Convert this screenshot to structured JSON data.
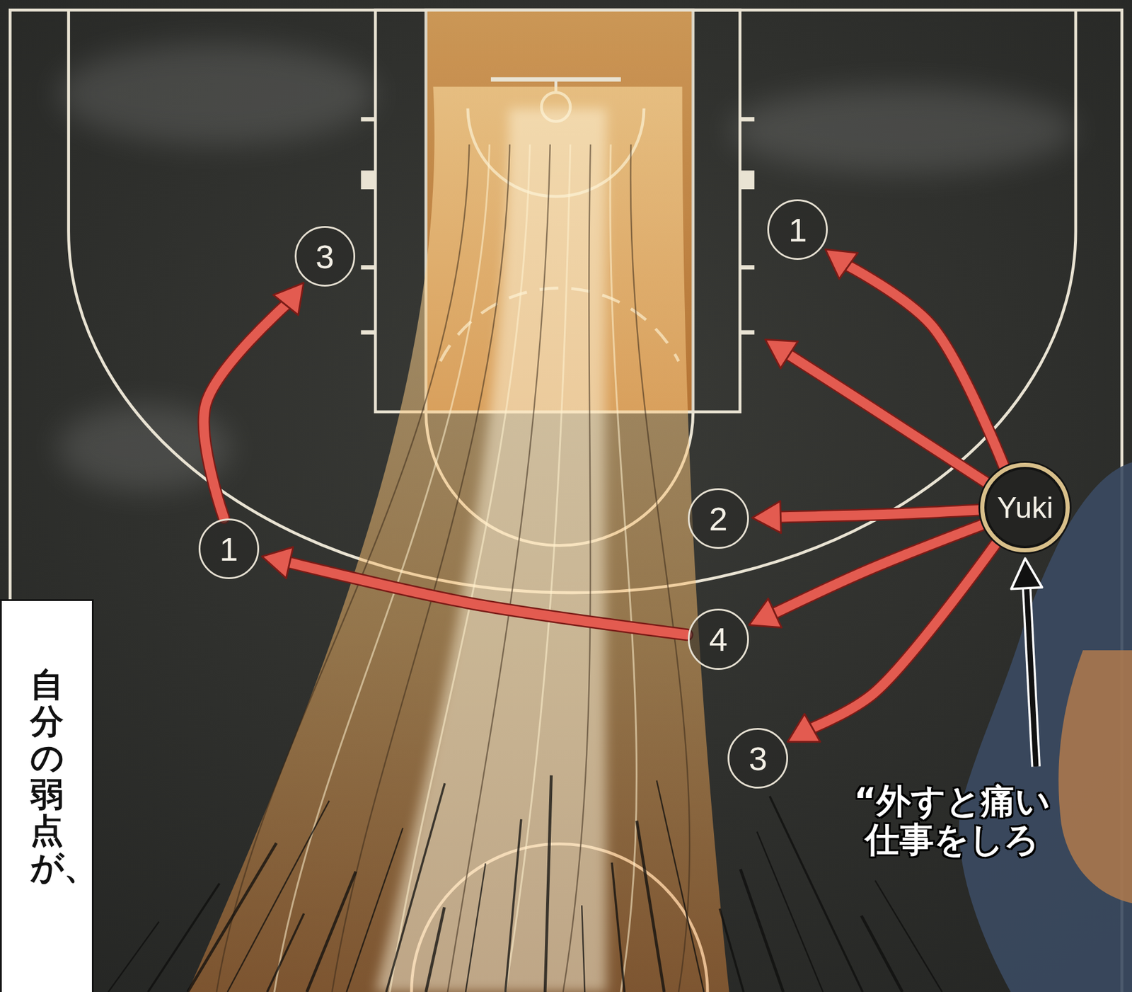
{
  "diagram": {
    "nodes": [
      {
        "text": [
          "3"
        ]
      },
      {
        "text": [
          "1"
        ]
      },
      {
        "text": [
          "1"
        ]
      },
      {
        "text": [
          "2"
        ]
      },
      {
        "text": [
          "Yuki"
        ]
      },
      {
        "text": [
          "4"
        ]
      },
      {
        "text": [
          "3"
        ]
      }
    ],
    "edges": [
      {
        "from": 4,
        "to": 1,
        "arrow": "to"
      },
      {
        "from": 4,
        "to": 3,
        "arrow": "to"
      },
      {
        "from": 4,
        "to": 5,
        "arrow": "to"
      },
      {
        "from": 4,
        "to": 6,
        "arrow": "to"
      },
      {
        "from": 5,
        "to": 2,
        "arrow": "to"
      },
      {
        "from": 2,
        "to": 0,
        "arrow": "to"
      }
    ],
    "labels": [
      "自分の弱点が、",
      "“外すと痛い 仕事をしろ"
    ]
  }
}
